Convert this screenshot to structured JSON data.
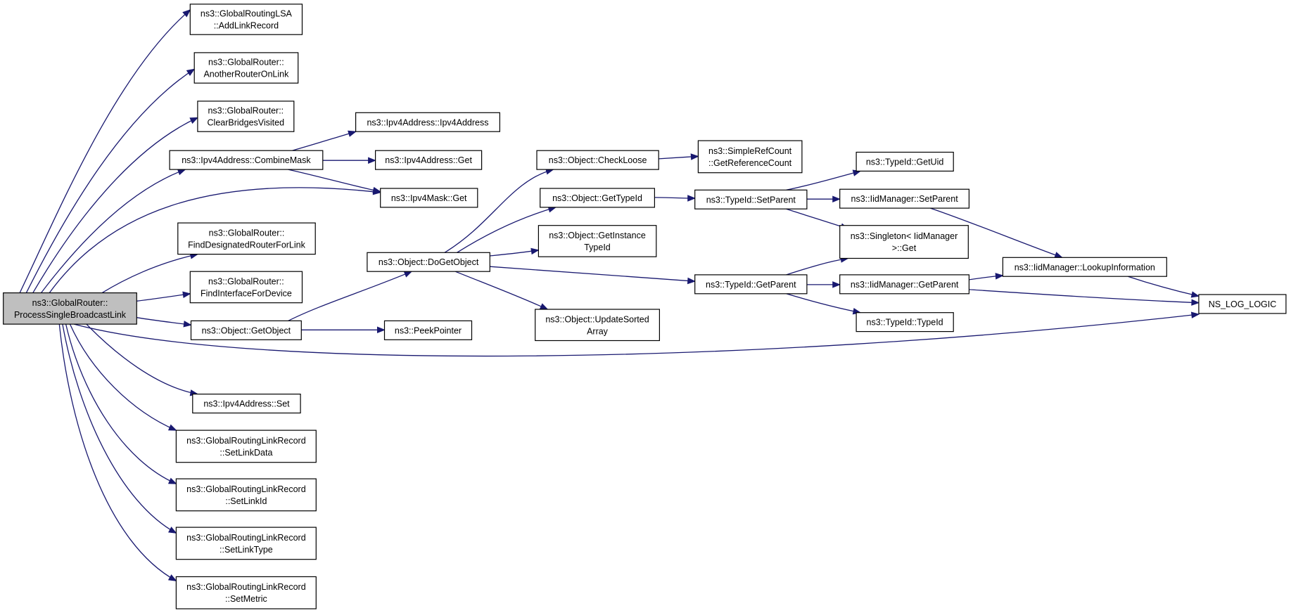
{
  "colors": {
    "edge": "#191970",
    "root_fill": "#bfbfbf",
    "node_fill": "#ffffff",
    "border": "#000000"
  },
  "nodes": [
    {
      "id": "root",
      "lines": [
        "ns3::GlobalRouter::",
        "ProcessSingleBroadcastLink"
      ],
      "root": true
    },
    {
      "id": "addlinkrecord",
      "lines": [
        "ns3::GlobalRoutingLSA",
        "::AddLinkRecord"
      ]
    },
    {
      "id": "anotherrouter",
      "lines": [
        "ns3::GlobalRouter::",
        "AnotherRouterOnLink"
      ]
    },
    {
      "id": "clearbridges",
      "lines": [
        "ns3::GlobalRouter::",
        "ClearBridgesVisited"
      ]
    },
    {
      "id": "combinemask",
      "lines": [
        "ns3::Ipv4Address::CombineMask"
      ]
    },
    {
      "id": "ipv4addrctor",
      "lines": [
        "ns3::Ipv4Address::Ipv4Address"
      ]
    },
    {
      "id": "ipv4addrget",
      "lines": [
        "ns3::Ipv4Address::Get"
      ]
    },
    {
      "id": "ipv4maskget",
      "lines": [
        "ns3::Ipv4Mask::Get"
      ]
    },
    {
      "id": "finddesignated",
      "lines": [
        "ns3::GlobalRouter::",
        "FindDesignatedRouterForLink"
      ]
    },
    {
      "id": "findinterface",
      "lines": [
        "ns3::GlobalRouter::",
        "FindInterfaceForDevice"
      ]
    },
    {
      "id": "getobject",
      "lines": [
        "ns3::Object::GetObject"
      ]
    },
    {
      "id": "peekpointer",
      "lines": [
        "ns3::PeekPointer"
      ]
    },
    {
      "id": "dogetobject",
      "lines": [
        "ns3::Object::DoGetObject"
      ]
    },
    {
      "id": "checkloose",
      "lines": [
        "ns3::Object::CheckLoose"
      ]
    },
    {
      "id": "getrefcount",
      "lines": [
        "ns3::SimpleRefCount",
        "::GetReferenceCount"
      ]
    },
    {
      "id": "objgettypeid",
      "lines": [
        "ns3::Object::GetTypeId"
      ]
    },
    {
      "id": "getinstancetypeid",
      "lines": [
        "ns3::Object::GetInstance",
        "TypeId"
      ]
    },
    {
      "id": "updatesorted",
      "lines": [
        "ns3::Object::UpdateSorted",
        "Array"
      ]
    },
    {
      "id": "typeidsetparent",
      "lines": [
        "ns3::TypeId::SetParent"
      ]
    },
    {
      "id": "typeidgetparent",
      "lines": [
        "ns3::TypeId::GetParent"
      ]
    },
    {
      "id": "typeidgetuid",
      "lines": [
        "ns3::TypeId::GetUid"
      ]
    },
    {
      "id": "iidsetparent",
      "lines": [
        "ns3::IidManager::SetParent"
      ]
    },
    {
      "id": "singletonget",
      "lines": [
        "ns3::Singleton< IidManager",
        " >::Get"
      ]
    },
    {
      "id": "iidgetparent",
      "lines": [
        "ns3::IidManager::GetParent"
      ]
    },
    {
      "id": "typeidctor",
      "lines": [
        "ns3::TypeId::TypeId"
      ]
    },
    {
      "id": "lookupinfo",
      "lines": [
        "ns3::IidManager::LookupInformation"
      ]
    },
    {
      "id": "nslog",
      "lines": [
        "NS_LOG_LOGIC"
      ]
    },
    {
      "id": "ipv4addrset",
      "lines": [
        "ns3::Ipv4Address::Set"
      ]
    },
    {
      "id": "setlinkdata",
      "lines": [
        "ns3::GlobalRoutingLinkRecord",
        "::SetLinkData"
      ]
    },
    {
      "id": "setlinkid",
      "lines": [
        "ns3::GlobalRoutingLinkRecord",
        "::SetLinkId"
      ]
    },
    {
      "id": "setlinktype",
      "lines": [
        "ns3::GlobalRoutingLinkRecord",
        "::SetLinkType"
      ]
    },
    {
      "id": "setmetric",
      "lines": [
        "ns3::GlobalRoutingLinkRecord",
        "::SetMetric"
      ]
    }
  ],
  "edges": [
    [
      "root",
      "addlinkrecord"
    ],
    [
      "root",
      "anotherrouter"
    ],
    [
      "root",
      "clearbridges"
    ],
    [
      "root",
      "combinemask"
    ],
    [
      "root",
      "ipv4maskget"
    ],
    [
      "root",
      "finddesignated"
    ],
    [
      "root",
      "findinterface"
    ],
    [
      "root",
      "getobject"
    ],
    [
      "root",
      "nslog"
    ],
    [
      "root",
      "ipv4addrset"
    ],
    [
      "root",
      "setlinkdata"
    ],
    [
      "root",
      "setlinkid"
    ],
    [
      "root",
      "setlinktype"
    ],
    [
      "root",
      "setmetric"
    ],
    [
      "combinemask",
      "ipv4addrctor"
    ],
    [
      "combinemask",
      "ipv4addrget"
    ],
    [
      "combinemask",
      "ipv4maskget"
    ],
    [
      "getobject",
      "dogetobject"
    ],
    [
      "getobject",
      "peekpointer"
    ],
    [
      "dogetobject",
      "checkloose"
    ],
    [
      "dogetobject",
      "objgettypeid"
    ],
    [
      "dogetobject",
      "getinstancetypeid"
    ],
    [
      "dogetobject",
      "typeidgetparent"
    ],
    [
      "dogetobject",
      "updatesorted"
    ],
    [
      "checkloose",
      "getrefcount"
    ],
    [
      "objgettypeid",
      "typeidsetparent"
    ],
    [
      "typeidsetparent",
      "typeidgetuid"
    ],
    [
      "typeidsetparent",
      "iidsetparent"
    ],
    [
      "typeidsetparent",
      "singletonget"
    ],
    [
      "typeidgetparent",
      "singletonget"
    ],
    [
      "typeidgetparent",
      "iidgetparent"
    ],
    [
      "typeidgetparent",
      "typeidctor"
    ],
    [
      "iidsetparent",
      "lookupinfo"
    ],
    [
      "iidgetparent",
      "lookupinfo"
    ],
    [
      "iidgetparent",
      "nslog"
    ],
    [
      "lookupinfo",
      "nslog"
    ]
  ]
}
